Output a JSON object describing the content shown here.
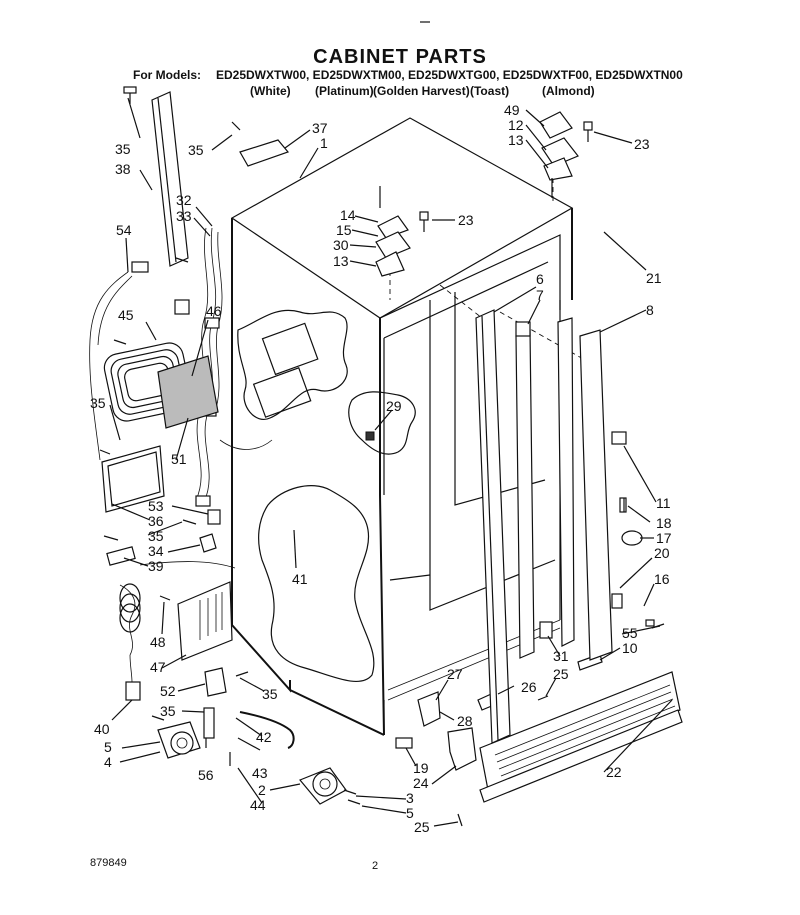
{
  "title": "CABINET PARTS",
  "models_label": "For Models:",
  "models": "ED25DWXTW00, ED25DWXTM00, ED25DWXTG00, ED25DWXTF00, ED25DWXTN00",
  "colors": [
    "(White)",
    "(Platinum)",
    "(Golden Harvest)",
    "(Toast)",
    "(Almond)"
  ],
  "footer": {
    "code": "879849",
    "page": "2"
  },
  "callouts": [
    "35",
    "38",
    "37",
    "1",
    "35",
    "32",
    "33",
    "54",
    "45",
    "46",
    "35",
    "51",
    "53",
    "36",
    "35",
    "34",
    "39",
    "41",
    "48",
    "47",
    "52",
    "35",
    "40",
    "35",
    "5",
    "4",
    "56",
    "42",
    "43",
    "2",
    "44",
    "3",
    "5",
    "25",
    "19",
    "24",
    "28",
    "27",
    "26",
    "25",
    "31",
    "10",
    "55",
    "16",
    "20",
    "17",
    "18",
    "11",
    "22",
    "14",
    "15",
    "30",
    "13",
    "23",
    "6",
    "7",
    "8",
    "29",
    "49",
    "12",
    "13",
    "23",
    "21"
  ]
}
